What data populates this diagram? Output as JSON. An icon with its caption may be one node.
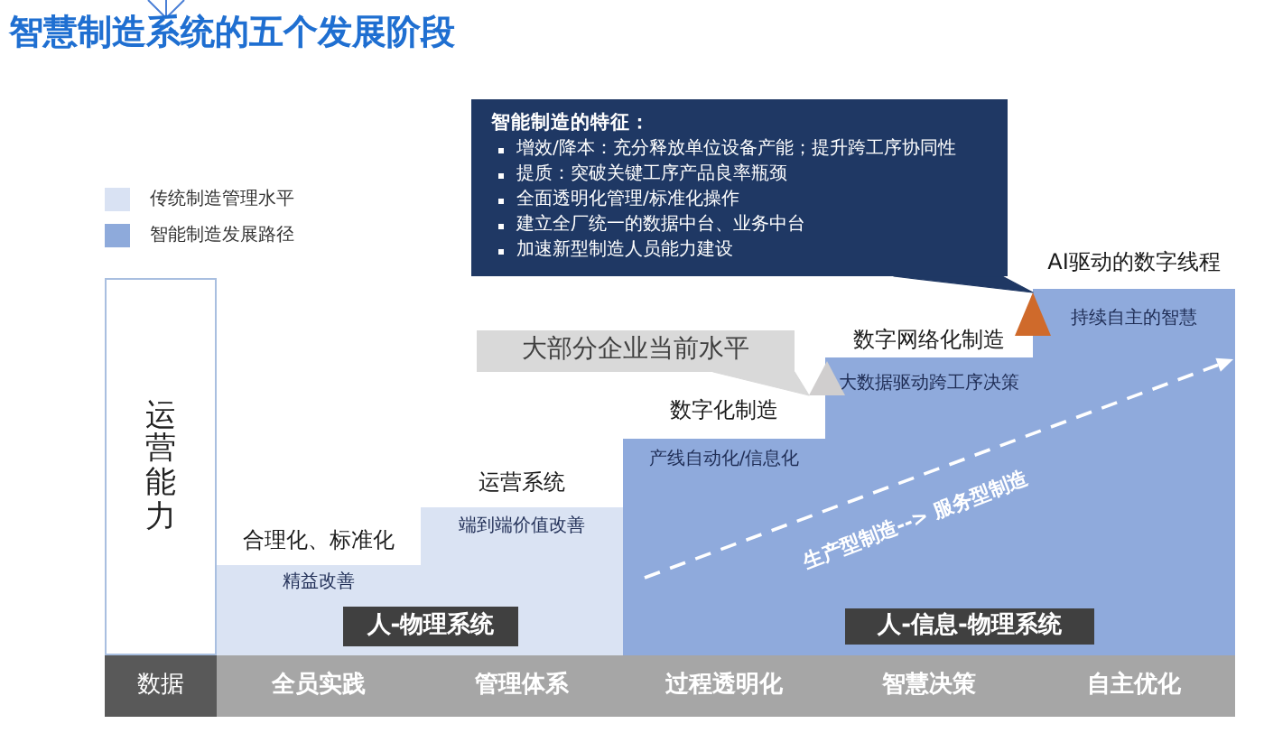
{
  "diagram": {
    "title": "智慧制造系统的五个发展阶段",
    "nodes": [
      {
        "text": [
          "智能制造的特征：",
          "增效/降本：充分释放单位设备产能；提升跨工序协同性",
          "提质：突破关键工序产品良率瓶颈",
          "全面透明化管理/标准化操作",
          "建立全厂统一的数据中台、业务中台",
          "加速新型制造人员能力建设"
        ]
      },
      {
        "text": [
          "大部分企业当前水平"
        ]
      },
      {
        "text": [
          "运营能力"
        ]
      },
      {
        "text": [
          "合理化、标准化",
          "精益改善",
          "运营系统",
          "端到端价值改善"
        ]
      },
      {
        "text": [
          "数字化制造",
          "产线自动化/信息化",
          "数字网络化制造",
          "大数据驱动跨工序决策",
          "AI驱动的数字线程",
          "持续自主的智慧"
        ]
      },
      {
        "text": [],
        "shape": "triangle",
        "in": 4
      },
      {
        "text": [],
        "shape": "triangle",
        "in": 4
      },
      {
        "text": [
          "人-物理系统"
        ],
        "in": 3
      },
      {
        "text": [
          "人-信息-物理系统"
        ],
        "in": 4
      },
      {
        "text": [
          "数据"
        ]
      },
      {
        "text": [
          "全员实践",
          "管理体系",
          "过程透明化",
          "智慧决策",
          "自主优化"
        ]
      }
    ],
    "edges": [
      {
        "from": 0,
        "to": 5,
        "arrow": "none",
        "color": "#1f3864"
      },
      {
        "from": 1,
        "to": 6,
        "arrow": "none",
        "color": "#d9d9d9"
      }
    ],
    "labels": [
      "生产型制造--> 服务型制造"
    ],
    "legend": [
      {
        "text": "传统制造管理水平",
        "color": "#d9e2f3"
      },
      {
        "text": "智能制造发展路径",
        "color": "#8eaadb"
      }
    ]
  }
}
